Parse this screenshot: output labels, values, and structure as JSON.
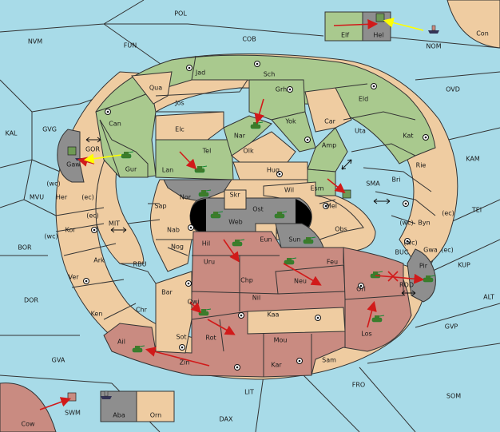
{
  "regions": {
    "pol": "POL",
    "nvm": "NVM",
    "fun": "FUN",
    "cob": "COB",
    "kal": "KAL",
    "gvg": "GVG",
    "mvu": "MVU",
    "bor": "BOR",
    "dor": "DOR",
    "gva": "GVA",
    "lit": "LIT",
    "fro": "FRO",
    "som": "SOM",
    "dax": "DAX",
    "con": "Con",
    "nom": "NOM",
    "ovd": "OVD",
    "kam": "KAM",
    "tei": "TEI",
    "kup": "KUP",
    "alt": "ALT",
    "gvp": "GVP",
    "elf": "Elf",
    "hel": "Hel",
    "jad": "Jad",
    "sch": "Sch",
    "qua": "Qua",
    "jos": "Jos",
    "grh": "Grh",
    "can": "Can",
    "elc": "Elc",
    "nar": "Nar",
    "yok": "Yok",
    "car": "Car",
    "eld": "Eld",
    "uta": "Uta",
    "kat": "Kat",
    "gor": "GOR",
    "gaw": "Gaw",
    "tel": "Tel",
    "olk": "Olk",
    "amp": "Amp",
    "gur": "Gur",
    "lan": "Lan",
    "hug": "Hug",
    "bri": "Bri",
    "rie": "Rie",
    "her": "Her",
    "wc1": "(wc)",
    "ec1": "(ec)",
    "nor": "Nor",
    "wil": "Wil",
    "esm": "Esm",
    "sma": "SMA",
    "sap": "Sap",
    "skr": "Skr",
    "ost": "Ost",
    "web": "Web",
    "mel": "Mel",
    "mit": "MIT",
    "ec2": "(ec)",
    "kor": "Kor",
    "wc2": "(wc)",
    "nab": "Nab",
    "eun": "Eun",
    "sun": "Sun",
    "obs": "Obs",
    "wc3": "(wc)",
    "byn": "Byn",
    "ec3": "(ec)",
    "wc4": "(wc)",
    "gwa": "Gwa",
    "ec4": "(ec)",
    "ark": "Ark",
    "rbu": "RBU",
    "nog": "Nog",
    "hil": "Hil",
    "uru": "Uru",
    "feu": "Feu",
    "buc": "BUC",
    "pir": "Pir",
    "ver": "Ver",
    "chp": "Chp",
    "neu": "Neu",
    "orl": "Orl",
    "rod": "ROD",
    "bar": "Bar",
    "qwi": "Qwi",
    "nil": "Nil",
    "ken": "Ken",
    "chr": "Chr",
    "kaa": "Kaa",
    "los": "Los",
    "sot": "Sot",
    "rot": "Rot",
    "ail": "Ail",
    "mou": "Mou",
    "zin": "Zin",
    "kar": "Kar",
    "sam": "Sam",
    "cow": "Cow",
    "swm": "SWM",
    "aba": "Aba",
    "orn": "Orn"
  },
  "colors": {
    "sea": "#a8dbe8",
    "land": "#efcca1",
    "green_power": "#a9c98e",
    "red_power": "#c98b81",
    "gray_power": "#8e8e8e",
    "order_arrow": "#d11a1a",
    "convoy_arrow": "#ffff00"
  },
  "icons": {
    "army": "tank-icon",
    "fleet": "ship-icon",
    "supply_center": "supply-center-icon"
  }
}
